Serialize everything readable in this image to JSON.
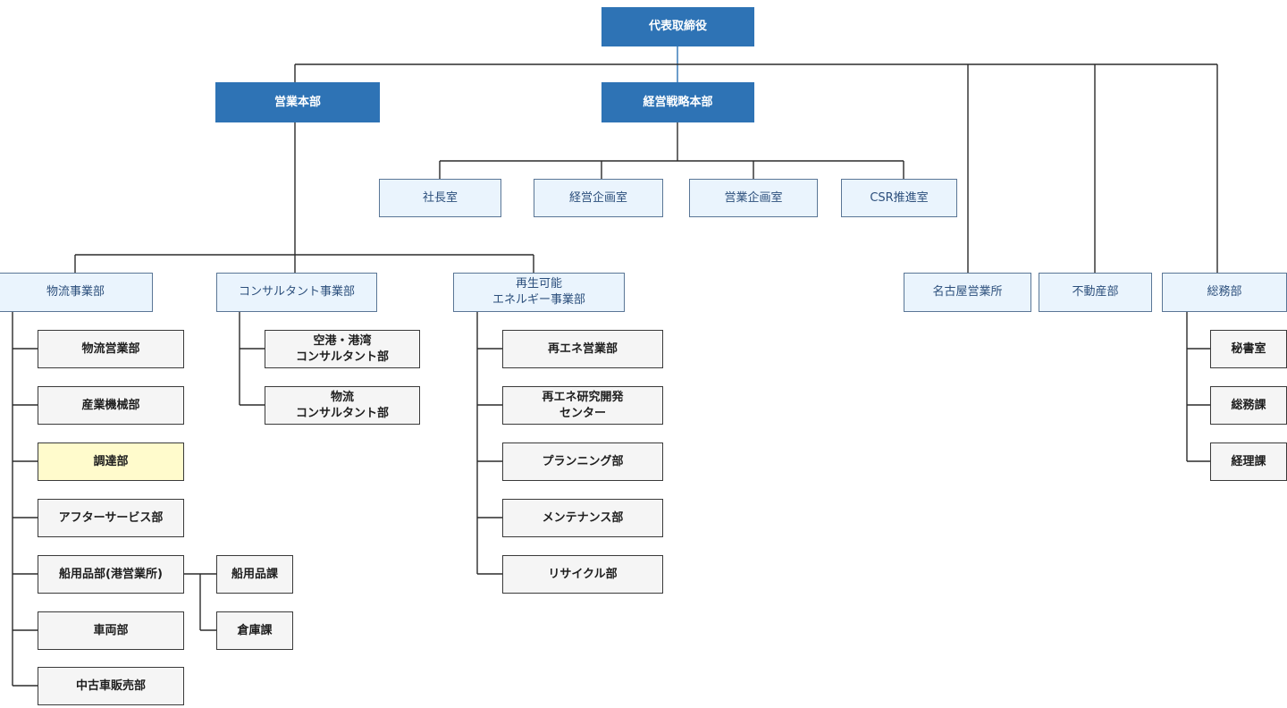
{
  "org": {
    "ceo": "代表取締役",
    "sales_hq": "営業本部",
    "strategy_hq": "経営戦略本部",
    "president_office": "社長室",
    "management_planning": "経営企画室",
    "sales_planning": "営業企画室",
    "csr": "CSR推進室",
    "logistics": "物流事業部",
    "consulting": "コンサルタント事業部",
    "renewable": "再生可能\nエネルギー事業部",
    "nagoya": "名古屋営業所",
    "real_estate": "不動産部",
    "general_affairs": "総務部",
    "logistics_children": [
      "物流営業部",
      "産業機械部",
      "調達部",
      "アフターサービス部",
      "船用品部(港営業所)",
      "車両部",
      "中古車販売部"
    ],
    "marine_children": [
      "船用品課",
      "倉庫課"
    ],
    "consulting_children": [
      "空港・港湾\nコンサルタント部",
      "物流\nコンサルタント部"
    ],
    "renewable_children": [
      "再エネ営業部",
      "再エネ研究開発\nセンター",
      "プランニング部",
      "メンテナンス部",
      "リサイクル部"
    ],
    "ga_children": [
      "秘書室",
      "総務課",
      "経理課"
    ]
  }
}
